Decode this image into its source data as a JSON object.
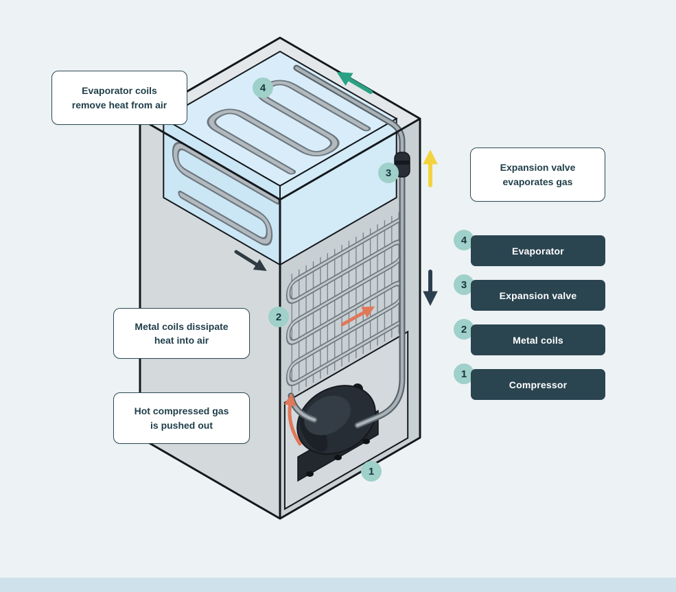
{
  "page": {
    "background_color": "#edf2f5",
    "footer_color": "#cfe1ea"
  },
  "callouts": [
    {
      "id": "evaporator-coils",
      "text": "Evaporator coils\nremove heat from air"
    },
    {
      "id": "expansion-valve",
      "text": "Expansion valve\nevaporates gas"
    },
    {
      "id": "metal-coils",
      "text": "Metal coils dissipate\nheat into air"
    },
    {
      "id": "hot-gas",
      "text": "Hot compressed gas\nis pushed out"
    }
  ],
  "legend": {
    "items": [
      {
        "number": "4",
        "label": "Evaporator"
      },
      {
        "number": "3",
        "label": "Expansion valve"
      },
      {
        "number": "2",
        "label": "Metal coils"
      },
      {
        "number": "1",
        "label": "Compressor"
      }
    ]
  },
  "diagram_markers": [
    {
      "number": "4"
    },
    {
      "number": "3"
    },
    {
      "number": "2"
    },
    {
      "number": "1"
    }
  ],
  "arrows": [
    {
      "name": "suction-line-arrow",
      "direction": "up-left",
      "color": "#2aa183"
    },
    {
      "name": "expansion-up-arrow",
      "direction": "up",
      "color": "#f2d33d"
    },
    {
      "name": "condenser-down-arrow",
      "direction": "down",
      "color": "#2c3f4f"
    },
    {
      "name": "evaporator-exit-arrow",
      "direction": "down-right",
      "color": "#2f3a42"
    },
    {
      "name": "coil-flow-arrow",
      "direction": "up-right",
      "color": "#e0785a"
    },
    {
      "name": "compressor-out-arrow",
      "direction": "up",
      "color": "#e0785a"
    }
  ],
  "colors": {
    "badge_teal": "#9fd0ca",
    "badge_text": "#17353e",
    "pill_navy": "#2a4450",
    "pill_text": "#ffffff",
    "callout_border": "#2e4a54",
    "callout_text": "#1e3d48",
    "slab_blue": "#d8edf9",
    "body_gray_left": "#d4d9dc",
    "body_gray_right": "#c9d0d4"
  }
}
